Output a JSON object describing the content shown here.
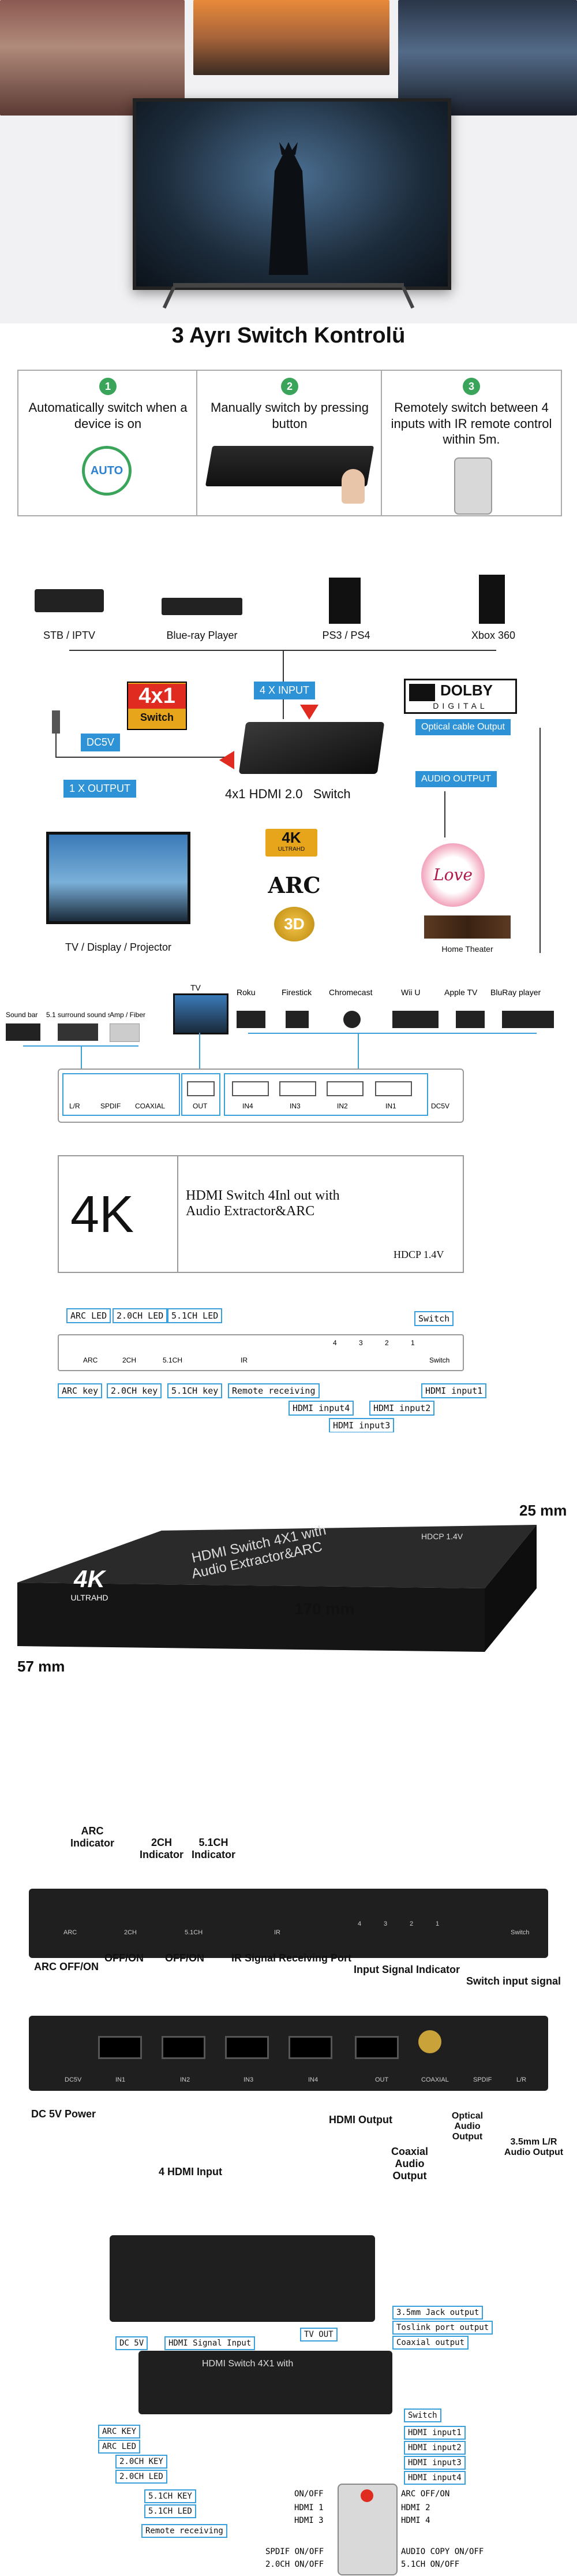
{
  "headline": "3 Ayrı Switch Kontrolü",
  "modes": [
    {
      "num": "1",
      "text": "Automatically switch when a device is on",
      "badge": "AUTO"
    },
    {
      "num": "2",
      "text": "Manually switch by pressing button"
    },
    {
      "num": "3",
      "text": "Remotely switch between 4 inputs with IR remote control within 5m."
    }
  ],
  "connection": {
    "sources": [
      "STB / IPTV",
      "Blue-ray Player",
      "PS3 / PS4",
      "Xbox 360"
    ],
    "badge_4x1_top": "4x1",
    "badge_4x1_bottom": "Switch",
    "input_tag": "4 X INPUT",
    "dc_tag": "DC5V",
    "output_tag": "1 X OUTPUT",
    "product_name": "4x1 HDMI 2.0   Switch",
    "optical_tag": "Optical cable Output",
    "audio_tag": "AUDIO OUTPUT",
    "dolby_top": "DOLBY",
    "dolby_bottom": "DIGITAL",
    "logo_4k": "4K",
    "logo_ultra": "ULTRAHD",
    "logo_arc": "ARC",
    "logo_3d": "3D",
    "tv_label": "TV / Display / Projector",
    "theater_label": "Home Theater",
    "love_label": "Love"
  },
  "ports_diagram": {
    "left_devices": [
      "Sound bar",
      "5.1 surround sound speaker",
      "Amp / Fiber"
    ],
    "tv": "TV",
    "right_devices": [
      "Roku",
      "Firestick",
      "Chromecast",
      "Wii U",
      "Apple TV",
      "BluRay player"
    ],
    "back_ports": [
      "L/R",
      "SPDIF",
      "COAXIAL",
      "OUT",
      "IN4",
      "IN3",
      "IN2",
      "IN1",
      "DC5V"
    ],
    "logo": "4K",
    "product_title": "HDMI Switch 4Inl out with Audio Extractor&ARC",
    "hdcp": "HDCP 1.4V",
    "top_tags": [
      "ARC LED",
      "2.0CH LED",
      "5.1CH LED",
      "Switch"
    ],
    "front_labels": [
      "ARC",
      "2CH",
      "5.1CH",
      "IR",
      "4",
      "3",
      "2",
      "1",
      "Switch"
    ],
    "bottom_tags": [
      "ARC key",
      "2.0CH key",
      "5.1CH key",
      "Remote receiving",
      "HDMI input4",
      "HDMI input3",
      "HDMI input2",
      "HDMI input1"
    ]
  },
  "dimensions": {
    "top_line1": "HDMI Switch 4X1 with",
    "top_line2": "Audio Extractor&ARC",
    "hdcp": "HDCP 1.4V",
    "logo": "4K",
    "logo_sub": "ULTRAHD",
    "height": "25 mm",
    "width": "170 mm",
    "depth": "57 mm"
  },
  "front_panel": {
    "labels_top": [
      "ARC Indicator",
      "2CH Indicator",
      "5.1CH Indicator"
    ],
    "panel_text": [
      "ARC",
      "2CH",
      "5.1CH",
      "IR",
      "4",
      "3",
      "2",
      "1",
      "Switch"
    ],
    "labels_bottom": [
      "ARC OFF/ON",
      "OFF/ON",
      "OFF/ON",
      "IR Signal Receiving Port",
      "Input Signal Indicator",
      "Switch input signal"
    ]
  },
  "back_panel": {
    "panel_text": [
      "DC5V",
      "IN1",
      "IN2",
      "IN3",
      "IN4",
      "OUT",
      "COAXIAL",
      "SPDIF",
      "L/R"
    ],
    "labels": [
      "DC 5V Power",
      "4 HDMI Input",
      "HDMI Output",
      "Coaxial Audio Output",
      "Optical Audio Output",
      "3.5mm L/R Audio Output"
    ]
  },
  "summary": {
    "tags_right_top": [
      "3.5mm Jack output",
      "Toslink port output",
      "Coaxial output"
    ],
    "tags_left_top": [
      "DC 5V",
      "HDMI Signal Input",
      "TV OUT"
    ],
    "panel_title": "HDMI Switch 4X1 with",
    "right_tags": [
      "Switch",
      "HDMI input1",
      "HDMI input2",
      "HDMI input3",
      "HDMI input4"
    ],
    "left_tags": [
      "ARC KEY",
      "ARC LED",
      "2.0CH KEY",
      "2.0CH LED",
      "5.1CH KEY",
      "5.1CH LED",
      "Remote receiving"
    ],
    "remote_left": [
      "ON/OFF",
      "HDMI 1",
      "HDMI 3",
      "SPDIF ON/OFF",
      "2.0CH ON/OFF"
    ],
    "remote_right": [
      "ARC OFF/ON",
      "HDMI 2",
      "HDMI 4",
      "AUDIO COPY ON/OFF",
      "5.1CH ON/OFF"
    ]
  },
  "colors": {
    "accent": "#2d93d6",
    "line": "#3aa0dc",
    "green": "#3aa55a",
    "red": "#e02b20"
  }
}
